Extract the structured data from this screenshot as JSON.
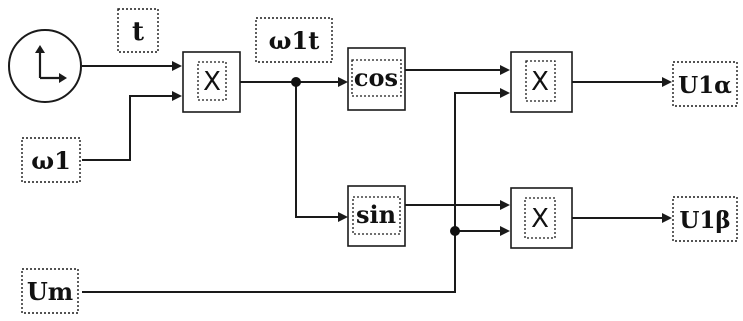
{
  "signals": {
    "time": "t",
    "angular_frequency": "ω1",
    "angle": "ω1t",
    "amplitude": "Um",
    "output_alpha": "U1α",
    "output_beta": "U1β"
  },
  "blocks": {
    "clock": {
      "icon": "clock-icon"
    },
    "multiplier_top": "X",
    "cos": "cos",
    "sin": "sin",
    "multiplier_alpha": "X",
    "multiplier_beta": "X"
  }
}
